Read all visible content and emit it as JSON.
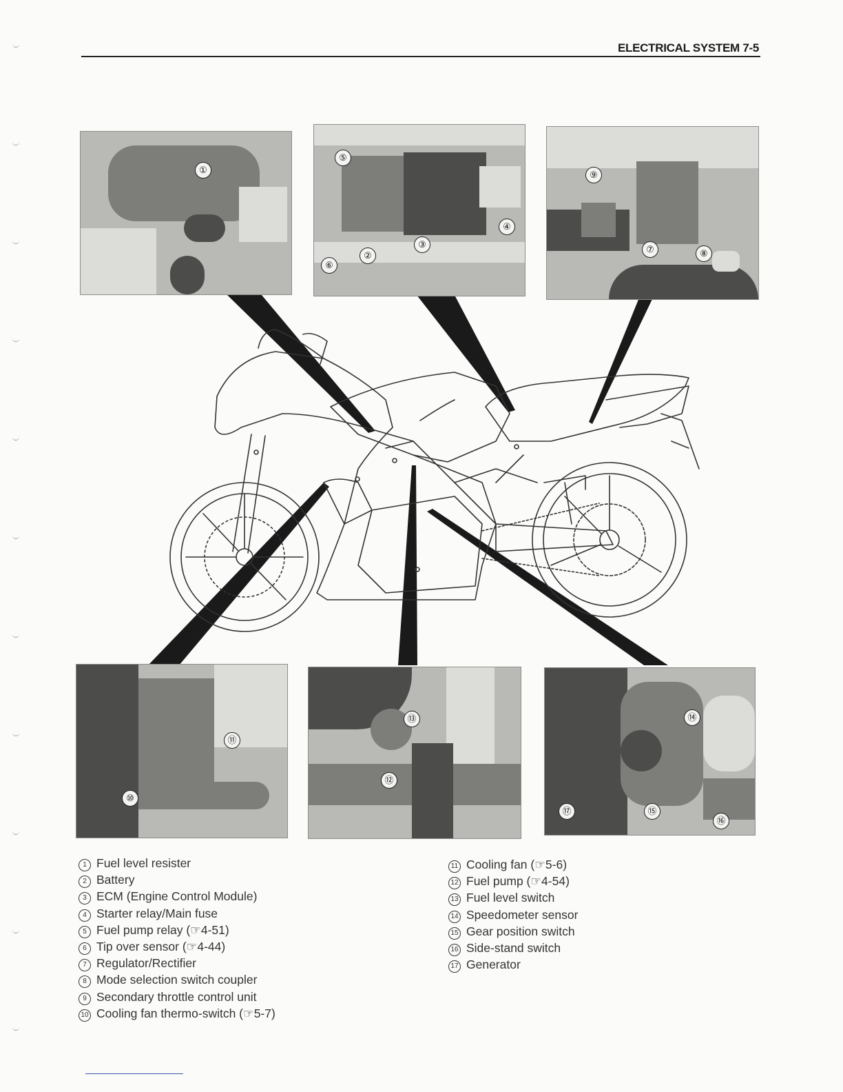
{
  "header": {
    "title": "ELECTRICAL SYSTEM  7-5"
  },
  "photos": {
    "top_left": {
      "callouts": [
        "①"
      ]
    },
    "top_center": {
      "callouts": [
        "⑤",
        "②",
        "③",
        "④",
        "⑥"
      ]
    },
    "top_right": {
      "callouts": [
        "⑨",
        "⑦",
        "⑧"
      ]
    },
    "bottom_left": {
      "callouts": [
        "⑪",
        "⑩"
      ]
    },
    "bottom_center": {
      "callouts": [
        "⑬",
        "⑫"
      ]
    },
    "bottom_right": {
      "callouts": [
        "⑭",
        "⑰",
        "⑮",
        "⑯"
      ]
    }
  },
  "legend_left": [
    {
      "num": "1",
      "text": "Fuel level resister"
    },
    {
      "num": "2",
      "text": "Battery"
    },
    {
      "num": "3",
      "text": "ECM (Engine Control Module)"
    },
    {
      "num": "4",
      "text": "Starter relay/Main fuse"
    },
    {
      "num": "5",
      "text": "Fuel pump relay (☞4-51)"
    },
    {
      "num": "6",
      "text": "Tip over sensor (☞4-44)"
    },
    {
      "num": "7",
      "text": "Regulator/Rectifier"
    },
    {
      "num": "8",
      "text": "Mode selection switch coupler"
    },
    {
      "num": "9",
      "text": "Secondary throttle control unit"
    },
    {
      "num": "10",
      "text": "Cooling fan thermo-switch (☞5-7)"
    }
  ],
  "legend_right": [
    {
      "num": "11",
      "text": "Cooling fan (☞5-6)"
    },
    {
      "num": "12",
      "text": "Fuel pump (☞4-54)"
    },
    {
      "num": "13",
      "text": "Fuel level switch"
    },
    {
      "num": "14",
      "text": "Speedometer sensor"
    },
    {
      "num": "15",
      "text": "Gear position switch"
    },
    {
      "num": "16",
      "text": "Side-stand switch"
    },
    {
      "num": "17",
      "text": "Generator"
    }
  ]
}
